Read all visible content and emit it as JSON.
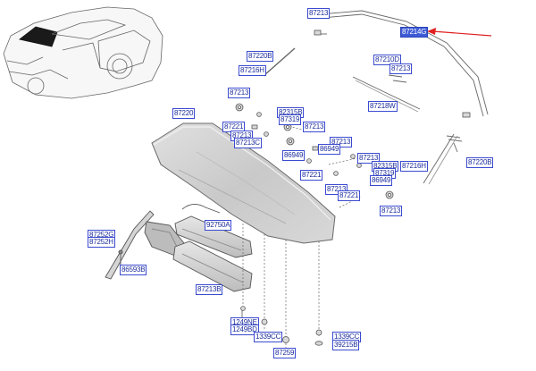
{
  "diagram": {
    "labels": [
      {
        "id": "l01",
        "text": "87213"
      },
      {
        "id": "l02",
        "text": "87214G"
      },
      {
        "id": "l03",
        "text": "87220B"
      },
      {
        "id": "l04",
        "text": "87216H"
      },
      {
        "id": "l05",
        "text": "87210D"
      },
      {
        "id": "l06",
        "text": "87213"
      },
      {
        "id": "l07",
        "text": "87213"
      },
      {
        "id": "l08",
        "text": "82315B"
      },
      {
        "id": "l09",
        "text": "87319"
      },
      {
        "id": "l10",
        "text": "87221"
      },
      {
        "id": "l11",
        "text": "87213"
      },
      {
        "id": "l12",
        "text": "87213"
      },
      {
        "id": "l13",
        "text": "87213C"
      },
      {
        "id": "l14",
        "text": "87220"
      },
      {
        "id": "l15",
        "text": "87218W"
      },
      {
        "id": "l16",
        "text": "87213"
      },
      {
        "id": "l17",
        "text": "86949"
      },
      {
        "id": "l18",
        "text": "86949"
      },
      {
        "id": "l19",
        "text": "87213"
      },
      {
        "id": "l20",
        "text": "82315B"
      },
      {
        "id": "l21",
        "text": "87319"
      },
      {
        "id": "l22",
        "text": "87221"
      },
      {
        "id": "l23",
        "text": "86949"
      },
      {
        "id": "l24",
        "text": "87216H"
      },
      {
        "id": "l25",
        "text": "87220B"
      },
      {
        "id": "l26",
        "text": "87213"
      },
      {
        "id": "l27",
        "text": "87221"
      },
      {
        "id": "l28",
        "text": "87213"
      },
      {
        "id": "l29",
        "text": "92750A"
      },
      {
        "id": "l30",
        "text": "87252G"
      },
      {
        "id": "l31",
        "text": "87252H"
      },
      {
        "id": "l32",
        "text": "86593B"
      },
      {
        "id": "l33",
        "text": "87213B"
      },
      {
        "id": "l34",
        "text": "1249NE"
      },
      {
        "id": "l35",
        "text": "1249BD"
      },
      {
        "id": "l36",
        "text": "1339CC"
      },
      {
        "id": "l37",
        "text": "1339CC"
      },
      {
        "id": "l38",
        "text": "39215B"
      },
      {
        "id": "l39",
        "text": "87259"
      }
    ],
    "highlighted": "l02",
    "colors": {
      "label_text": "#1c2c9c",
      "label_border": "#3b4bd0",
      "highlight_fill": "#3e5bd6",
      "pointer_arrow": "#e02020",
      "part_fill": "#cfcfcf",
      "line_art": "#555555"
    }
  }
}
